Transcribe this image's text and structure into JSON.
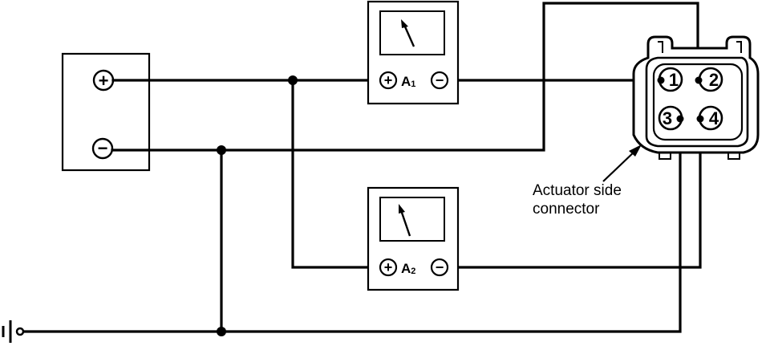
{
  "battery": {
    "plus_symbol": "+",
    "minus_symbol": "−"
  },
  "ammeter_1": {
    "plus_symbol": "+",
    "label_main": "A",
    "label_sub": "1",
    "minus_symbol": "−"
  },
  "ammeter_2": {
    "plus_symbol": "+",
    "label_main": "A",
    "label_sub": "2",
    "minus_symbol": "−"
  },
  "connector": {
    "pins": [
      "1",
      "2",
      "3",
      "4"
    ],
    "caption_line1": "Actuator side",
    "caption_line2": "connector"
  }
}
